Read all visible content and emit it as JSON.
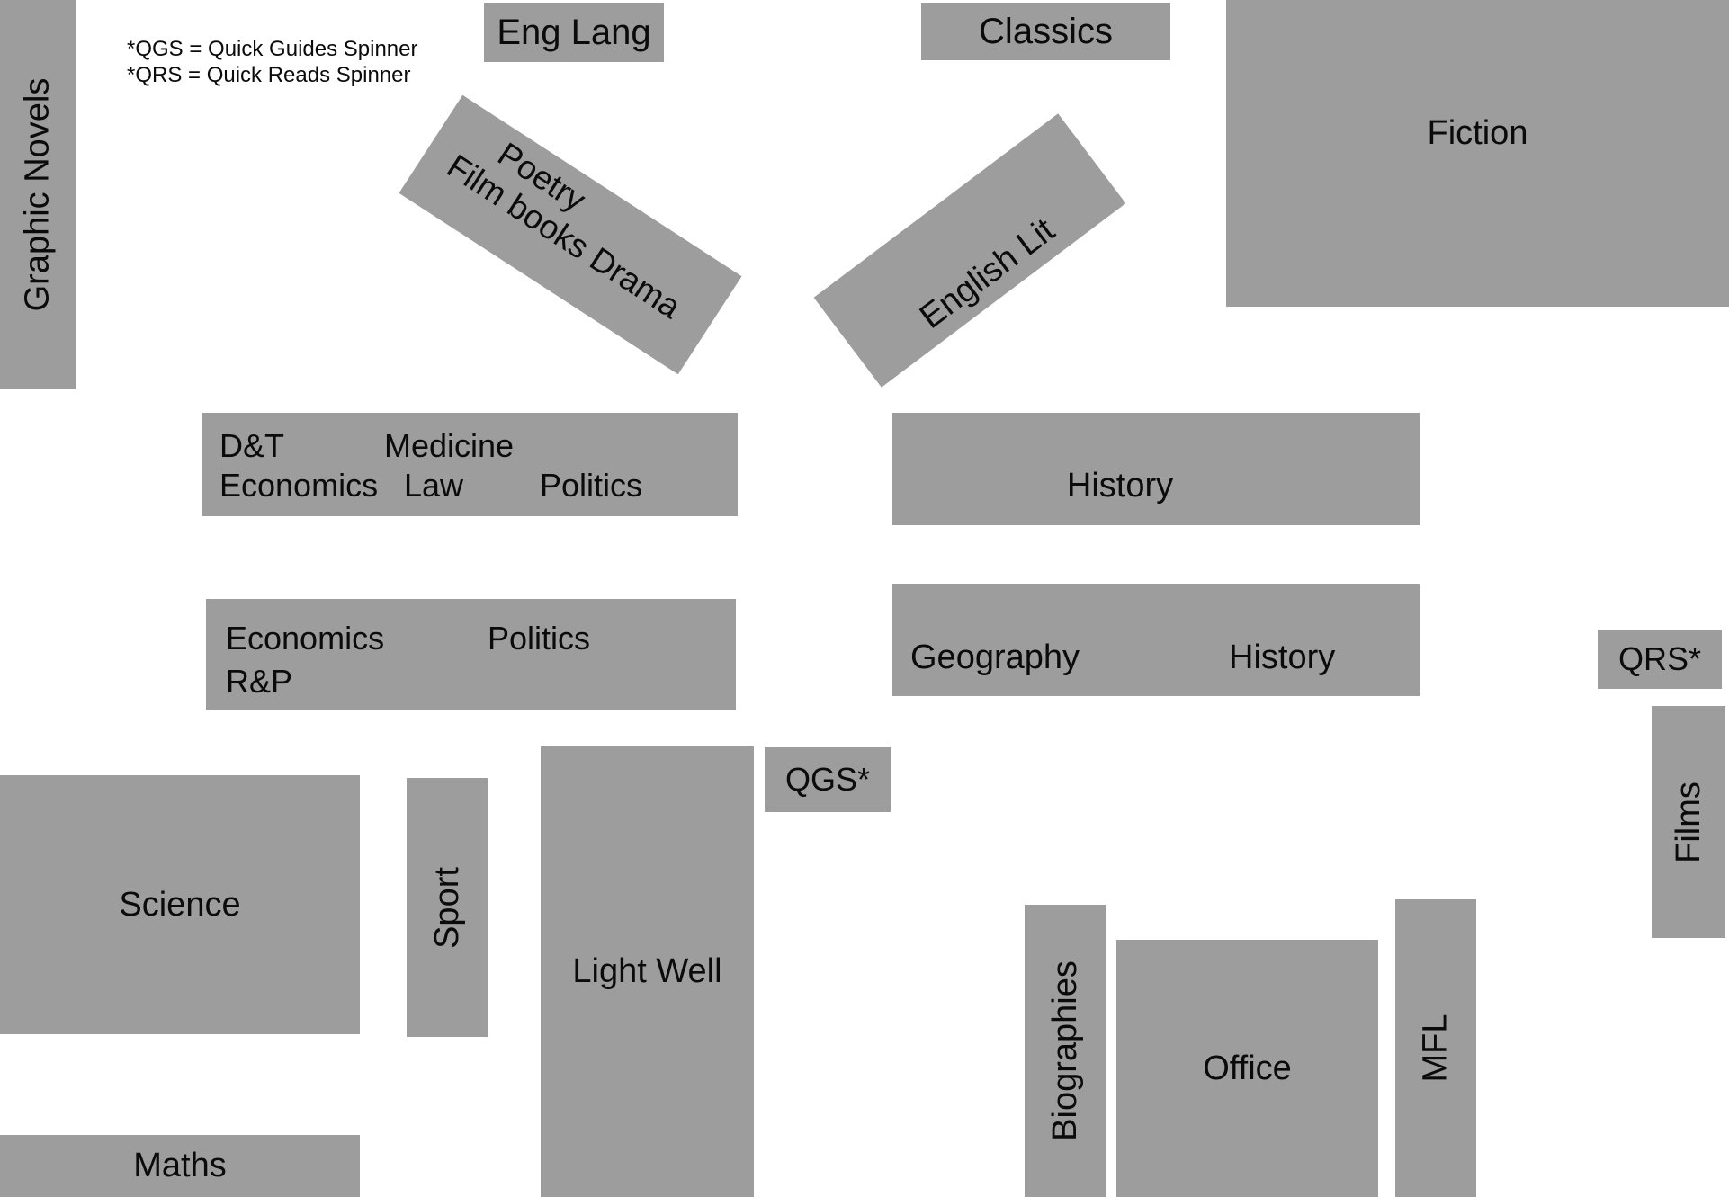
{
  "legend": {
    "line1": "*QGS = Quick Guides Spinner",
    "line2": "*QRS = Quick Reads Spinner"
  },
  "zones": {
    "graphic_novels": {
      "label": "Graphic Novels"
    },
    "eng_lang": {
      "label": "Eng Lang"
    },
    "classics": {
      "label": "Classics"
    },
    "fiction": {
      "label": "Fiction"
    },
    "poetry_film_drama": {
      "line1": "Poetry",
      "line2": "Film books Drama"
    },
    "english_lit": {
      "label": "English Lit"
    },
    "dt_medicine_law": {
      "row1": [
        "D&T",
        "Medicine"
      ],
      "row2": [
        "Economics",
        "Law",
        "Politics"
      ]
    },
    "history": {
      "label": "History"
    },
    "economics_politics_rp": {
      "row1": [
        "Economics",
        "Politics"
      ],
      "row2": [
        "R&P"
      ]
    },
    "geography_history": {
      "row1": [
        "Geography",
        "History"
      ]
    },
    "qrs": {
      "label": "QRS*"
    },
    "films": {
      "label": "Films"
    },
    "qgs": {
      "label": "QGS*"
    },
    "light_well": {
      "label": "Light Well"
    },
    "science": {
      "label": "Science"
    },
    "sport": {
      "label": "Sport"
    },
    "maths": {
      "label": "Maths"
    },
    "biographies": {
      "label": "Biographies"
    },
    "office": {
      "label": "Office"
    },
    "mfl": {
      "label": "MFL"
    }
  },
  "colors": {
    "zone_fill": "#9d9d9d",
    "text": "#0b0b0b",
    "background": "#ffffff"
  }
}
